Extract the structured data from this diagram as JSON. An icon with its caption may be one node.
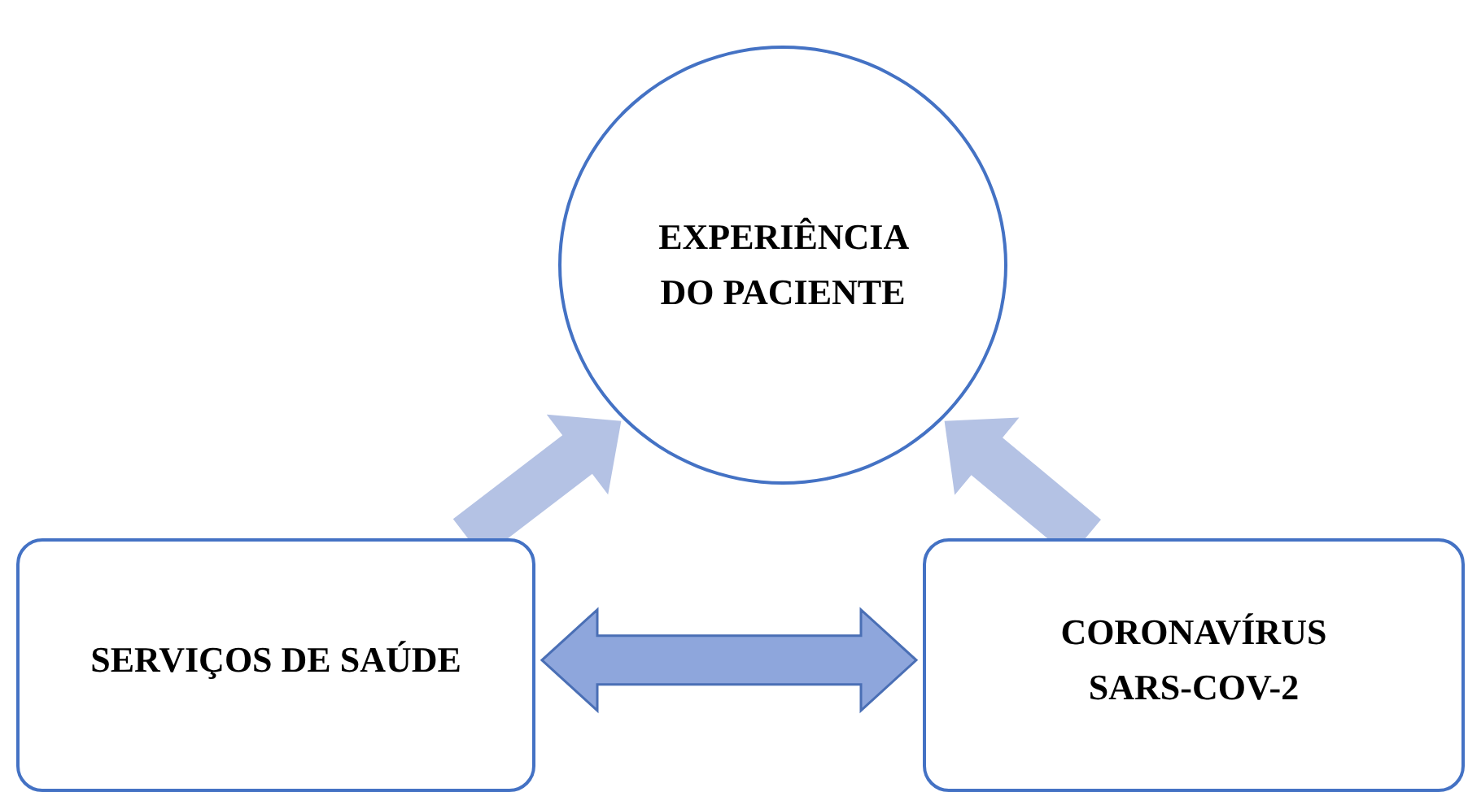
{
  "diagram": {
    "nodes": [
      {
        "text": [
          "EXPERIÊNCIA DO PACIENTE"
        ]
      },
      {
        "text": [
          "SERVIÇOS DE SAÚDE"
        ]
      },
      {
        "text": [
          "CORONAVÍRUS SARS-COV-2"
        ]
      }
    ],
    "edges": [
      {
        "from": 1,
        "to": 0,
        "arrow": "to",
        "style": "thick"
      },
      {
        "from": 2,
        "to": 0,
        "arrow": "to",
        "style": "thick"
      },
      {
        "from": 1,
        "to": 2,
        "arrow": "both",
        "style": "thick",
        "color": "#8ea6dc"
      }
    ]
  }
}
